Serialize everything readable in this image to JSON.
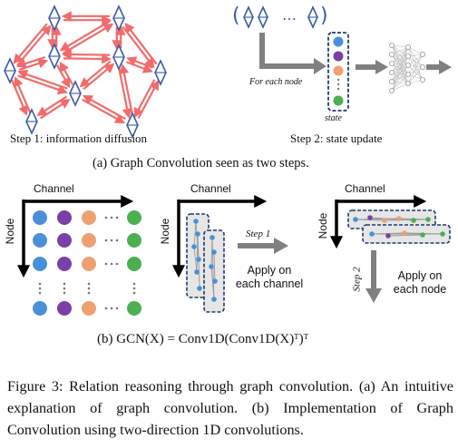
{
  "part_a": {
    "step1_label": "Step 1: information diffusion",
    "step2_label": "Step 2: state update",
    "for_each_node": "For each node",
    "state_label": "state",
    "state_colors": [
      "#4a90d9",
      "#7b3fa8",
      "#f0a070",
      "#4caf50"
    ],
    "caption": "(a) Graph Convolution seen as two steps."
  },
  "part_b": {
    "channel_label": "Channel",
    "node_label": "Node",
    "step1_arrow": "Step 1",
    "step2_arrow": "Step 2",
    "apply_channel_line1": "Apply on",
    "apply_channel_line2": "each channel",
    "apply_node_line1": "Apply on",
    "apply_node_line2": "each node",
    "matrix_colors": [
      "#4a90d9",
      "#7b3fa8",
      "#f0a070",
      "#4caf50"
    ],
    "formula": "(b) GCN(X) = Conv1D(Conv1D(X)ᵀ)ᵀ"
  },
  "colors": {
    "edge_red": "#f26b6b",
    "node_blue": "#3a5aa8",
    "arrow_gray": "#808080",
    "box_navy": "#1f3a6b",
    "box_fill": "#e6e6e6"
  },
  "figure_caption": "Figure 3: Relation reasoning through graph convolution. (a) An intuitive explanation of graph convolution. (b) Implementation of Graph Convolution using two-direction 1D convolutions."
}
